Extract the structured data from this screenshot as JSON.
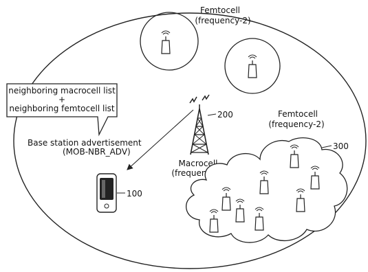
{
  "femtocell_top": {
    "name": "Femtocell",
    "frequency": "(frequency-2)"
  },
  "callout": {
    "line1": "neighboring macrocell list",
    "line2": "+",
    "line3": "neighboring femtocell list"
  },
  "advertisement": {
    "title": "Base station advertisement",
    "message": "(MOB-NBR_ADV)"
  },
  "macrocell": {
    "ref": "200",
    "name": "Macrocell",
    "frequency": "(frequency-1)"
  },
  "femtocell_right": {
    "name": "Femtocell",
    "frequency": "(frequency-2)",
    "ref": "300"
  },
  "mobile": {
    "ref": "100"
  },
  "icons": {
    "femto_ap": "femtocell-antenna-icon",
    "tower": "macrocell-tower-icon",
    "phone": "mobile-station-icon"
  }
}
